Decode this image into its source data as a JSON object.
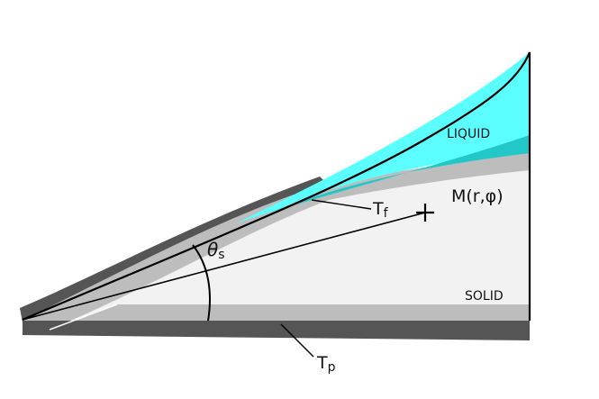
{
  "labels": {
    "liquid": "LIQUID",
    "solid": "SOLID",
    "point": "M(r,φ)",
    "tf_main": "T",
    "tf_sub": "f",
    "tp_main": "T",
    "tp_sub": "p",
    "theta_main": "θ",
    "theta_sub": "s"
  },
  "colors": {
    "liquid": "#5CFFFF",
    "liquid_dark": "#22C8C8",
    "solid": "#F2F2F2",
    "solid_boundary": "#BDBDBD",
    "plate": "#555555",
    "outline": "#000000"
  }
}
